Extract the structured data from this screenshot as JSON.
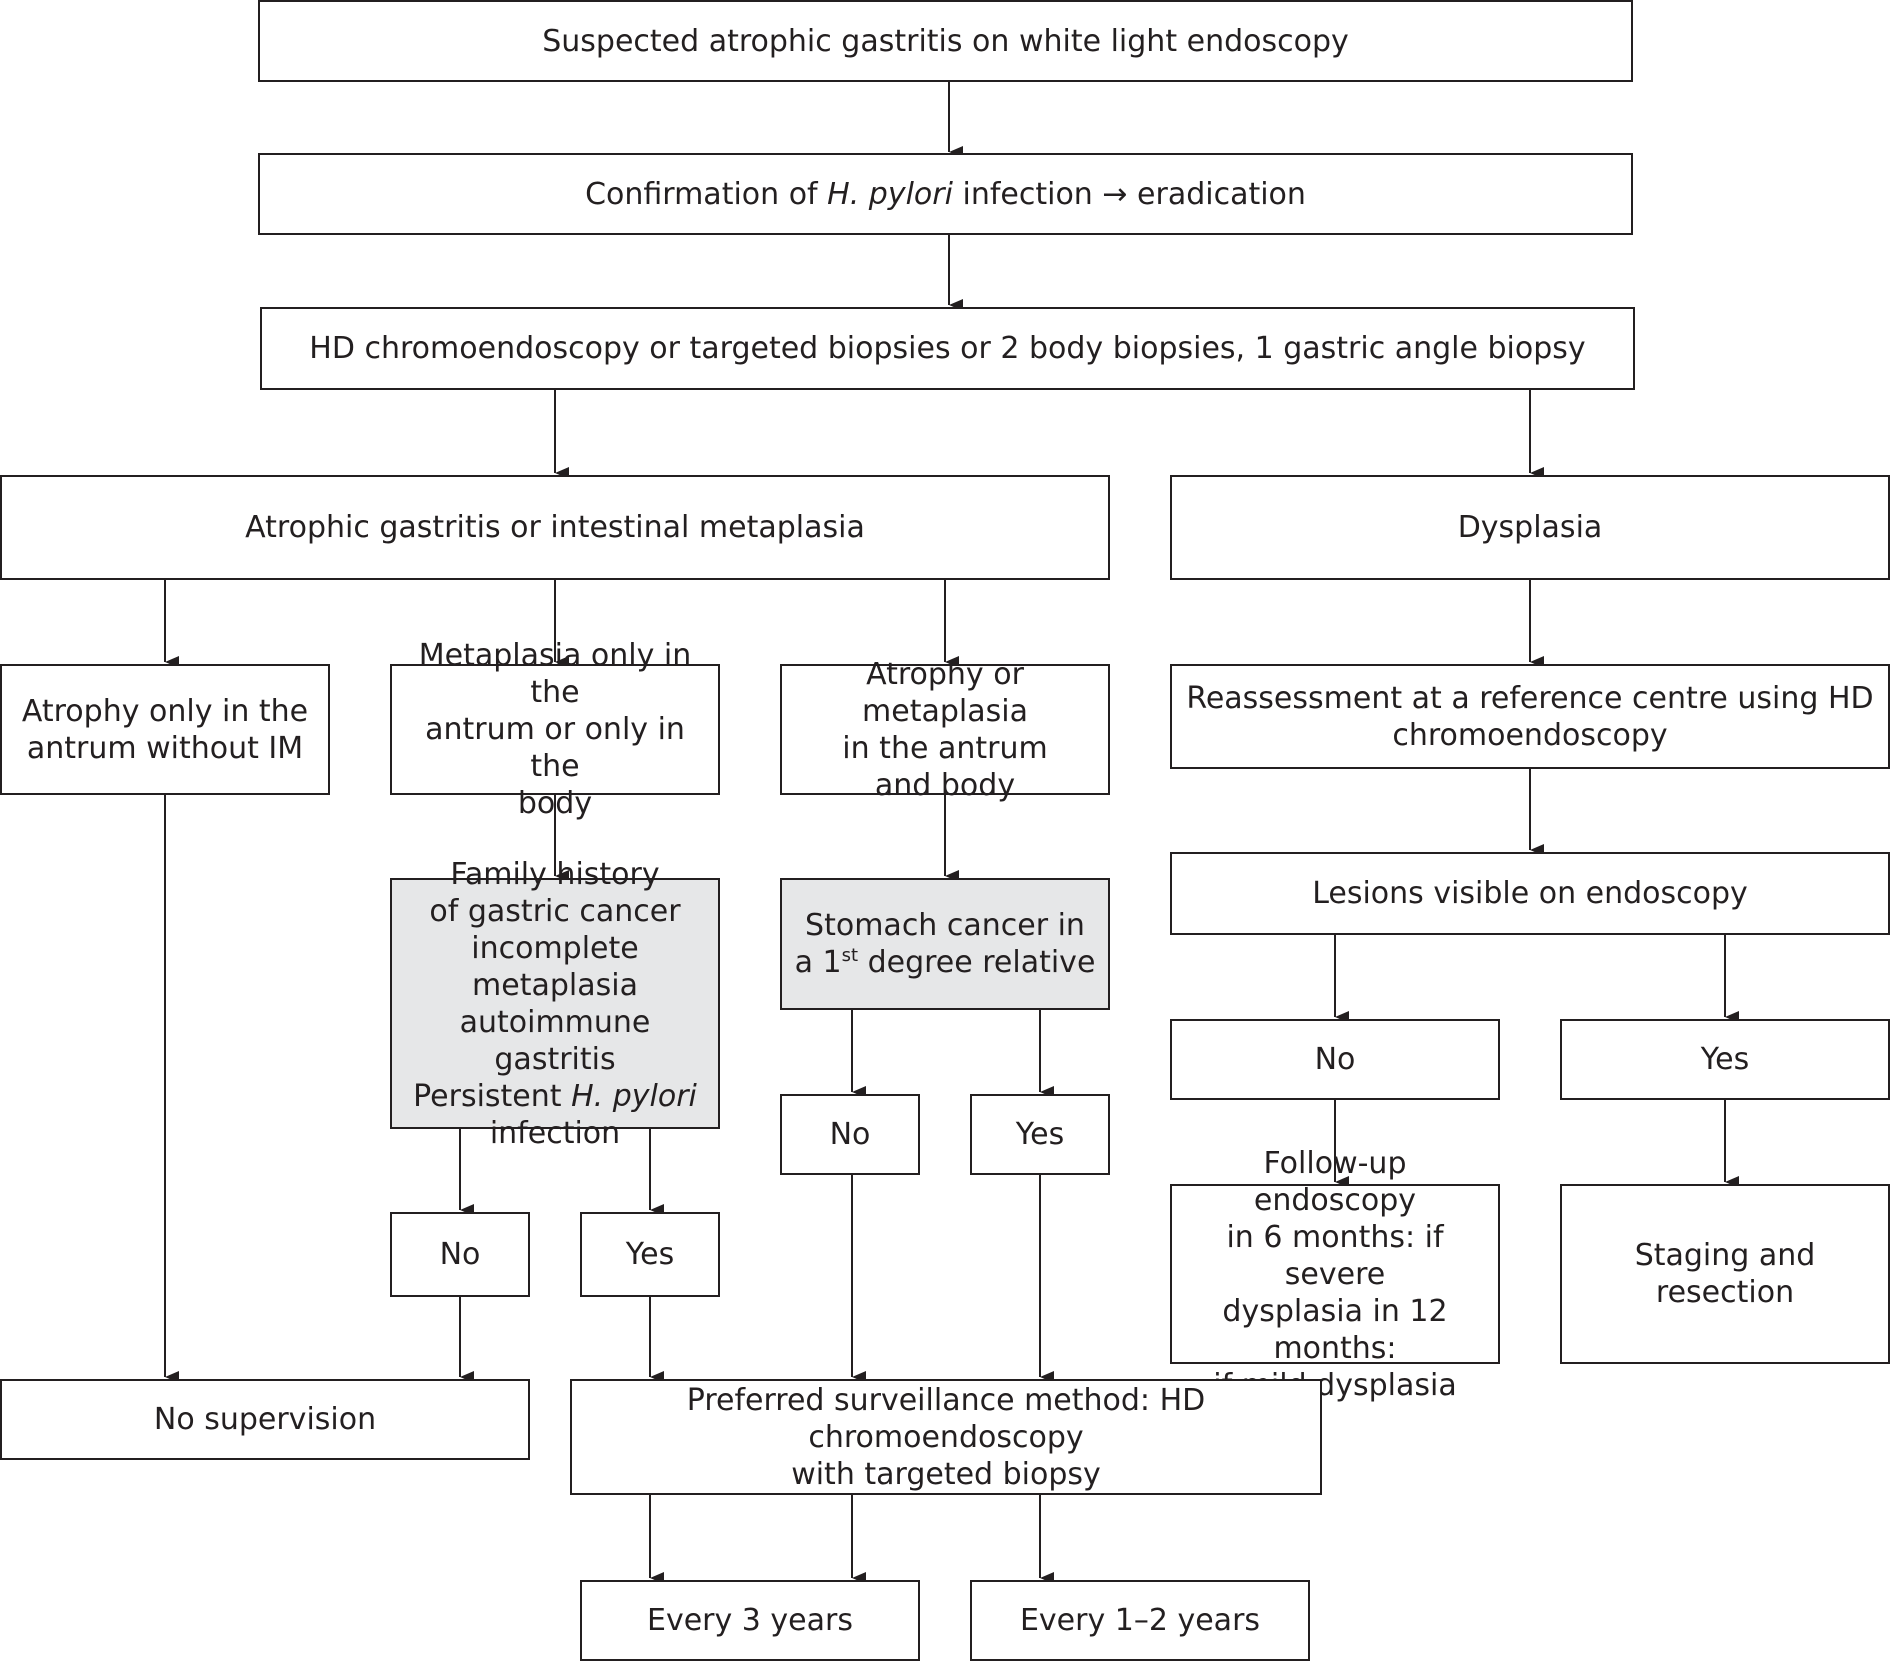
{
  "flowchart": {
    "top": "Suspected atrophic gastritis on white light endoscopy",
    "hp_pre": "Confirmation of ",
    "hp_italic": "H. pylori",
    "hp_post": " infection → eradication",
    "biopsy": "HD chromoendoscopy or targeted biopsies or 2 body biopsies, 1 gastric angle biopsy",
    "atrophic": "Atrophic gastritis or intestinal metaplasia",
    "dysplasia": "Dysplasia",
    "branch_a": [
      "Atrophy only in the",
      "antrum without IM"
    ],
    "branch_b": [
      "Metaplasia only in the",
      "antrum or only in the",
      "body"
    ],
    "branch_c": [
      "Atrophy or metaplasia",
      "in the antrum",
      "and body"
    ],
    "family": [
      "Family history",
      "of gastric cancer",
      "incomplete metaplasia",
      "autoimmune gastritis"
    ],
    "family_pre": "Persistent ",
    "family_italic": "H. pylori",
    "family_last": "infection",
    "stomach_l1": "Stomach cancer in",
    "stomach_pre": "a 1",
    "stomach_sup": "st",
    "stomach_post": " degree relative",
    "no": "No",
    "yes": "Yes",
    "no_supervision": "No supervision",
    "surveillance": [
      "Preferred surveillance method: HD chromoendoscopy",
      "with targeted biopsy"
    ],
    "every3": "Every 3 years",
    "every12": "Every 1–2 years",
    "reassess": [
      "Reassessment at a reference centre using HD",
      "chromoendoscopy"
    ],
    "lesions": "Lesions visible on endoscopy",
    "followup": [
      "Follow-up endoscopy",
      "in 6 months: if severe",
      "dysplasia in 12 months:",
      "if mild dysplasia"
    ],
    "staging": "Staging and resection"
  }
}
